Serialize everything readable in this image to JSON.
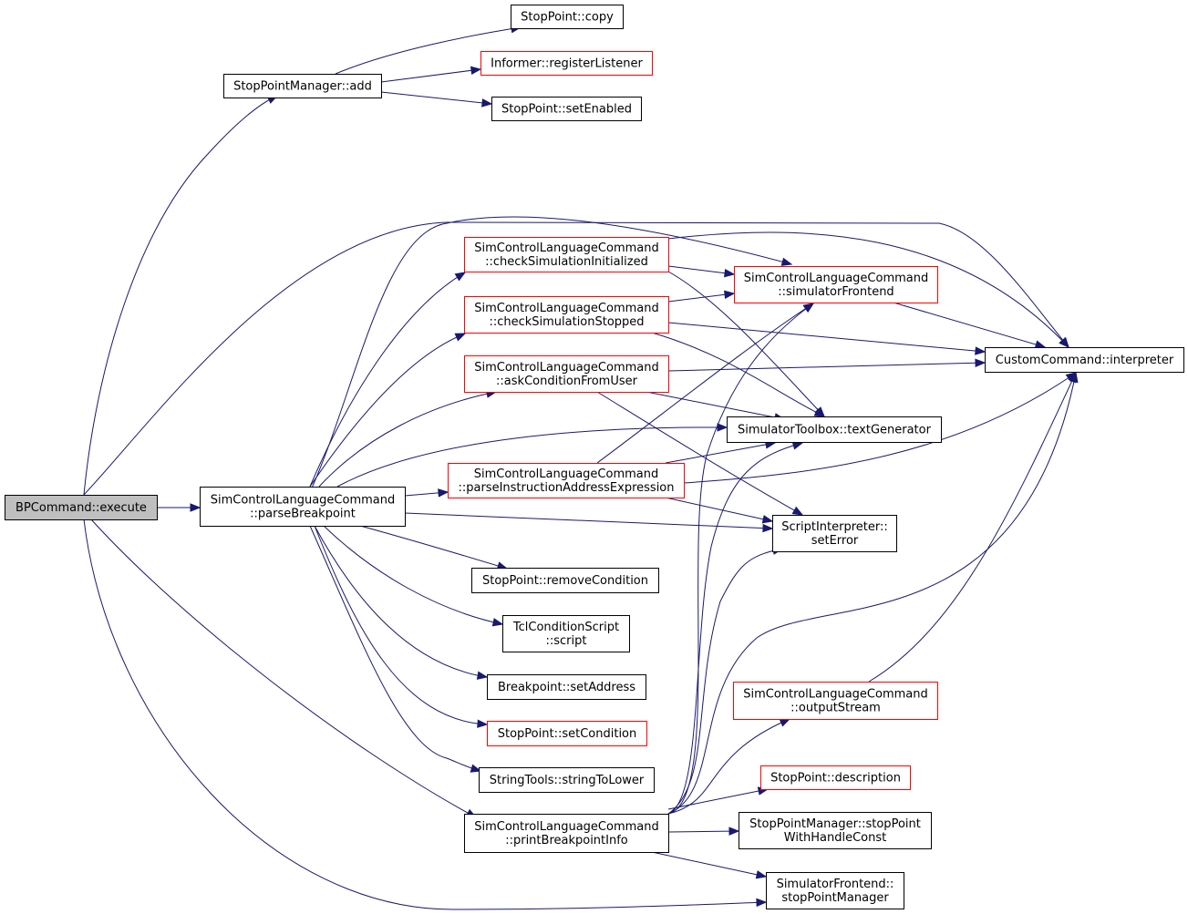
{
  "colors": {
    "edge": "#191970",
    "border_documented": "#000000",
    "border_undocumented": "#ff0000",
    "root_fill": "#bfbfbf",
    "node_fill": "#ffffff"
  },
  "nodes": [
    {
      "id": "execute",
      "lines": [
        "BPCommand::execute"
      ],
      "style": "root"
    },
    {
      "id": "add",
      "lines": [
        "StopPointManager::add"
      ],
      "style": "normal"
    },
    {
      "id": "copy",
      "lines": [
        "StopPoint::copy"
      ],
      "style": "normal"
    },
    {
      "id": "registerListener",
      "lines": [
        "Informer::registerListener"
      ],
      "style": "red"
    },
    {
      "id": "setEnabled",
      "lines": [
        "StopPoint::setEnabled"
      ],
      "style": "normal"
    },
    {
      "id": "checkSimInit",
      "lines": [
        "SimControlLanguageCommand",
        "::checkSimulationInitialized"
      ],
      "style": "red"
    },
    {
      "id": "simFrontend",
      "lines": [
        "SimControlLanguageCommand",
        "::simulatorFrontend"
      ],
      "style": "red"
    },
    {
      "id": "checkSimStopped",
      "lines": [
        "SimControlLanguageCommand",
        "::checkSimulationStopped"
      ],
      "style": "red"
    },
    {
      "id": "interpreter",
      "lines": [
        "CustomCommand::interpreter"
      ],
      "style": "normal"
    },
    {
      "id": "askCondition",
      "lines": [
        "SimControlLanguageCommand",
        "::askConditionFromUser"
      ],
      "style": "red"
    },
    {
      "id": "textGenerator",
      "lines": [
        "SimulatorToolbox::textGenerator"
      ],
      "style": "normal"
    },
    {
      "id": "parseInstr",
      "lines": [
        "SimControlLanguageCommand",
        "::parseInstructionAddressExpression"
      ],
      "style": "red"
    },
    {
      "id": "parseBreakpoint",
      "lines": [
        "SimControlLanguageCommand",
        "::parseBreakpoint"
      ],
      "style": "normal"
    },
    {
      "id": "setError",
      "lines": [
        "ScriptInterpreter::",
        "setError"
      ],
      "style": "normal"
    },
    {
      "id": "removeCondition",
      "lines": [
        "StopPoint::removeCondition"
      ],
      "style": "normal"
    },
    {
      "id": "tclScript",
      "lines": [
        "TclConditionScript",
        "::script"
      ],
      "style": "normal"
    },
    {
      "id": "setAddress",
      "lines": [
        "Breakpoint::setAddress"
      ],
      "style": "normal"
    },
    {
      "id": "setCondition",
      "lines": [
        "StopPoint::setCondition"
      ],
      "style": "red"
    },
    {
      "id": "outputStream",
      "lines": [
        "SimControlLanguageCommand",
        "::outputStream"
      ],
      "style": "red"
    },
    {
      "id": "stringToLower",
      "lines": [
        "StringTools::stringToLower"
      ],
      "style": "normal"
    },
    {
      "id": "description",
      "lines": [
        "StopPoint::description"
      ],
      "style": "red"
    },
    {
      "id": "printBreakpointInfo",
      "lines": [
        "SimControlLanguageCommand",
        "::printBreakpointInfo"
      ],
      "style": "normal"
    },
    {
      "id": "stopPointWithHandle",
      "lines": [
        "StopPointManager::stopPoint",
        "WithHandleConst"
      ],
      "style": "normal"
    },
    {
      "id": "stopPointManager",
      "lines": [
        "SimulatorFrontend::",
        "stopPointManager"
      ],
      "style": "normal"
    }
  ],
  "edges": [
    [
      "execute",
      "add"
    ],
    [
      "execute",
      "simFrontend"
    ],
    [
      "execute",
      "interpreter"
    ],
    [
      "execute",
      "parseBreakpoint"
    ],
    [
      "execute",
      "printBreakpointInfo"
    ],
    [
      "execute",
      "stopPointManager"
    ],
    [
      "add",
      "copy"
    ],
    [
      "add",
      "registerListener"
    ],
    [
      "add",
      "setEnabled"
    ],
    [
      "parseBreakpoint",
      "checkSimInit"
    ],
    [
      "parseBreakpoint",
      "checkSimStopped"
    ],
    [
      "parseBreakpoint",
      "askCondition"
    ],
    [
      "parseBreakpoint",
      "textGenerator"
    ],
    [
      "parseBreakpoint",
      "parseInstr"
    ],
    [
      "parseBreakpoint",
      "setError"
    ],
    [
      "parseBreakpoint",
      "removeCondition"
    ],
    [
      "parseBreakpoint",
      "tclScript"
    ],
    [
      "parseBreakpoint",
      "setAddress"
    ],
    [
      "parseBreakpoint",
      "setCondition"
    ],
    [
      "parseBreakpoint",
      "stringToLower"
    ],
    [
      "checkSimInit",
      "simFrontend"
    ],
    [
      "checkSimInit",
      "interpreter"
    ],
    [
      "checkSimInit",
      "textGenerator"
    ],
    [
      "checkSimStopped",
      "simFrontend"
    ],
    [
      "checkSimStopped",
      "interpreter"
    ],
    [
      "checkSimStopped",
      "textGenerator"
    ],
    [
      "askCondition",
      "interpreter"
    ],
    [
      "askCondition",
      "textGenerator"
    ],
    [
      "askCondition",
      "setError"
    ],
    [
      "simFrontend",
      "interpreter"
    ],
    [
      "parseInstr",
      "simFrontend"
    ],
    [
      "parseInstr",
      "textGenerator"
    ],
    [
      "parseInstr",
      "interpreter"
    ],
    [
      "parseInstr",
      "setError"
    ],
    [
      "outputStream",
      "interpreter"
    ],
    [
      "printBreakpointInfo",
      "simFrontend"
    ],
    [
      "printBreakpointInfo",
      "textGenerator"
    ],
    [
      "printBreakpointInfo",
      "setError"
    ],
    [
      "printBreakpointInfo",
      "interpreter"
    ],
    [
      "printBreakpointInfo",
      "outputStream"
    ],
    [
      "printBreakpointInfo",
      "description"
    ],
    [
      "printBreakpointInfo",
      "stopPointWithHandle"
    ],
    [
      "printBreakpointInfo",
      "stopPointManager"
    ]
  ]
}
